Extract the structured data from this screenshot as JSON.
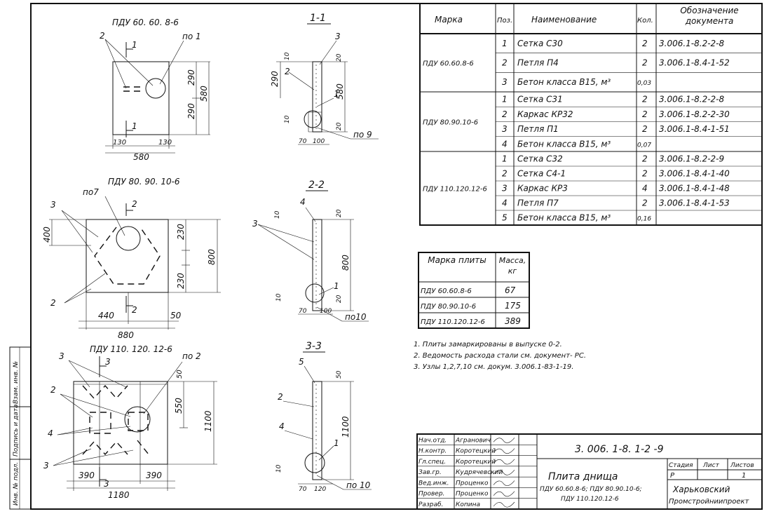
{
  "views": {
    "pdu60": {
      "title": "ПДУ 60. 60. 8-6",
      "callouts": [
        "2",
        "по 1"
      ],
      "sec": [
        "1",
        "1"
      ],
      "dims": [
        "290",
        "290",
        "580",
        "130",
        "580",
        "130"
      ]
    },
    "pdu80": {
      "title": "ПДУ 80. 90. 10-6",
      "callouts": [
        "по7",
        "3",
        "2"
      ],
      "sec": [
        "2",
        "2"
      ],
      "dims": [
        "400",
        "230",
        "800",
        "230",
        "440",
        "50",
        "880"
      ]
    },
    "pdu110": {
      "title": "ПДУ 110. 120. 12-6",
      "callouts": [
        "3",
        "по 2",
        "2",
        "4",
        "3"
      ],
      "sec": [
        "3",
        "3"
      ],
      "dims": [
        "50",
        "550",
        "1100",
        "390",
        "390",
        "1180"
      ]
    }
  },
  "sections": {
    "s11": {
      "title": "1-1",
      "callouts": [
        "3",
        "2",
        "1",
        "по 9"
      ],
      "dims": [
        "10",
        "20",
        "290",
        "580",
        "10",
        "20",
        "70",
        "100"
      ]
    },
    "s22": {
      "title": "2-2",
      "callouts": [
        "4",
        "3",
        "1",
        "по10"
      ],
      "dims": [
        "10",
        "20",
        "800",
        "10",
        "20",
        "70",
        "100"
      ]
    },
    "s33": {
      "title": "3-3",
      "callouts": [
        "5",
        "2",
        "4",
        "1",
        "по 10"
      ],
      "dims": [
        "50",
        "1100",
        "10",
        "70",
        "120"
      ]
    }
  },
  "spec": {
    "headers": [
      "Марка",
      "Поз.",
      "Наименование",
      "Кол.",
      "Обозначение документа"
    ],
    "groups": [
      {
        "mark": "ПДУ 60.60.8-6",
        "rows": [
          [
            "1",
            "Сетка С30",
            "2",
            "3.006.1-8.2-2-8"
          ],
          [
            "2",
            "Петля П4",
            "2",
            "3.006.1-8.4-1-52"
          ],
          [
            "3",
            "Бетон класса В15, м³",
            "0,03",
            ""
          ]
        ]
      },
      {
        "mark": "ПДУ 80.90.10-6",
        "rows": [
          [
            "1",
            "Сетка С31",
            "2",
            "3.006.1-8.2-2-8"
          ],
          [
            "2",
            "Каркас КР32",
            "2",
            "3.006.1-8.2-2-30"
          ],
          [
            "3",
            "Петля П1",
            "2",
            "3.006.1-8.4-1-51"
          ],
          [
            "4",
            "Бетон класса В15, м³",
            "0,07",
            ""
          ]
        ]
      },
      {
        "mark": "ПДУ 110.120.12-6",
        "rows": [
          [
            "1",
            "Сетка С32",
            "2",
            "3.006.1-8.2-2-9"
          ],
          [
            "2",
            "Сетка С4-1",
            "2",
            "3.006.1-8.4-1-40"
          ],
          [
            "3",
            "Каркас КР3",
            "4",
            "3.006.1-8.4-1-48"
          ],
          [
            "4",
            "Петля П7",
            "2",
            "3.006.1-8.4-1-53"
          ],
          [
            "5",
            "Бетон класса В15, м³",
            "0,16",
            ""
          ]
        ]
      }
    ]
  },
  "mass": {
    "headers": [
      "Марка плиты",
      "Масса, кг"
    ],
    "rows": [
      [
        "ПДУ 60.60.8-6",
        "67"
      ],
      [
        "ПДУ 80.90.10-6",
        "175"
      ],
      [
        "ПДУ 110.120.12-6",
        "389"
      ]
    ]
  },
  "notes": [
    "1. Плиты замаркированы в выпуске 0-2.",
    "2. Ведомость расхода стали см. документ- РС.",
    "3. Узлы 1,2,7,10 см. докум. 3.006.1-83-1-19."
  ],
  "stamp": {
    "code": "3. 006. 1-8. 1-2 -9",
    "title": "Плита днища",
    "subtitle1": "ПДУ 60.60.8-6; ПДУ 80.90.10-6;",
    "subtitle2": "ПДУ 110.120.12-6",
    "stage_label": "Стадия",
    "sheet_label": "Лист",
    "sheets_label": "Листов",
    "stage": "Р",
    "sheets": "1",
    "org1": "Харьковский",
    "org2": "Промстройниипроект",
    "roles": [
      "Нач.отд.",
      "Н.контр.",
      "Гл.спец.",
      "Зав.гр.",
      "Вед.инж.",
      "Провер.",
      "Разраб."
    ],
    "names": [
      "Агранович",
      "Коротецкий",
      "Коротецкий",
      "Кудрячевский",
      "Проценко",
      "Проценко",
      "Копина"
    ]
  },
  "side_stamp": [
    "Инв. № подл.",
    "Подпись и дата",
    "Взам. инв. №"
  ]
}
